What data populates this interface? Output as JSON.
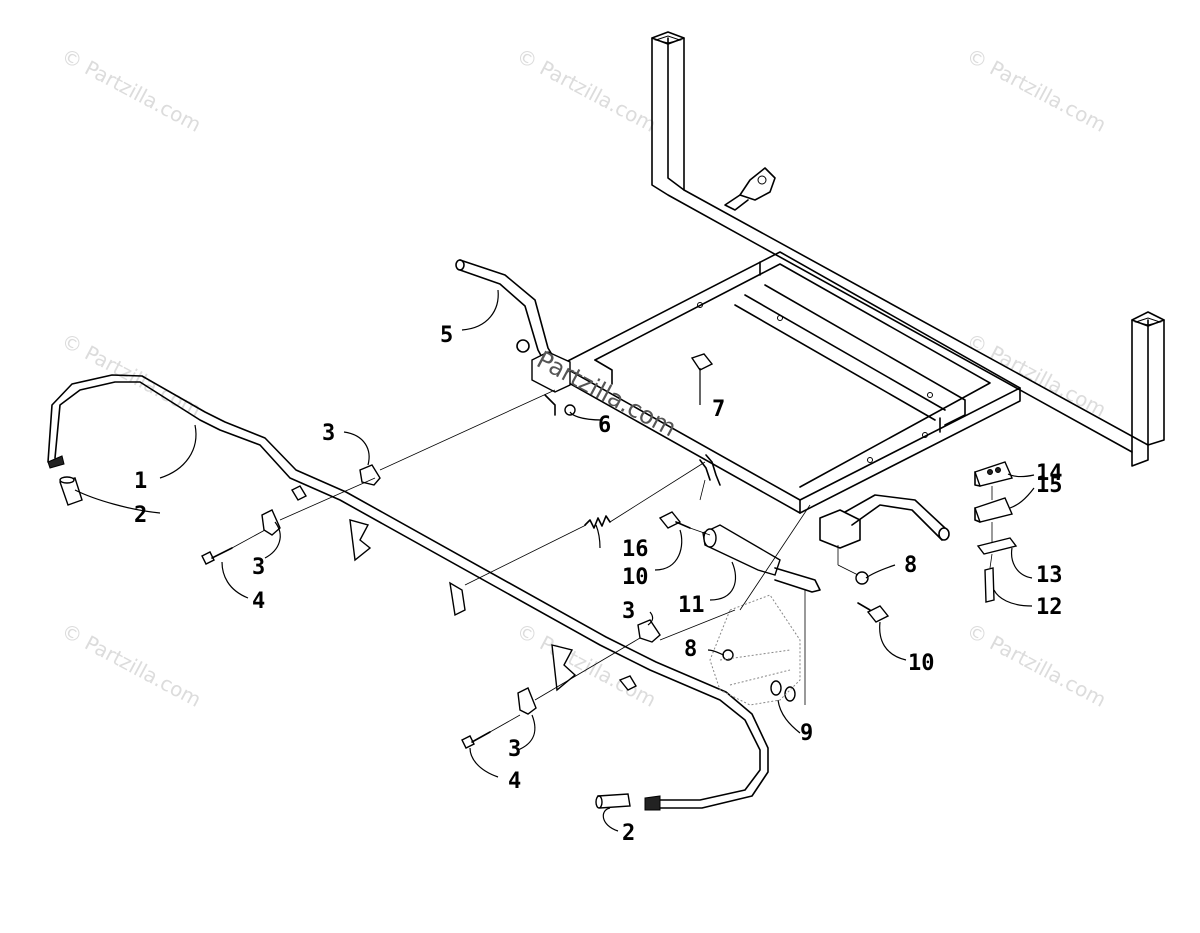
{
  "watermark": {
    "text": "© Partzilla.com",
    "center_text": "Partzilla.com"
  },
  "callouts": {
    "c1": "1",
    "c2a": "2",
    "c2b": "2",
    "c3a": "3",
    "c3b": "3",
    "c3c": "3",
    "c3d": "3",
    "c4a": "4",
    "c4b": "4",
    "c5": "5",
    "c6": "6",
    "c7": "7",
    "c8a": "8",
    "c8b": "8",
    "c9": "9",
    "c10a": "10",
    "c10b": "10",
    "c11": "11",
    "c12": "12",
    "c13": "13",
    "c14": "14",
    "c15": "15",
    "c16": "16"
  }
}
